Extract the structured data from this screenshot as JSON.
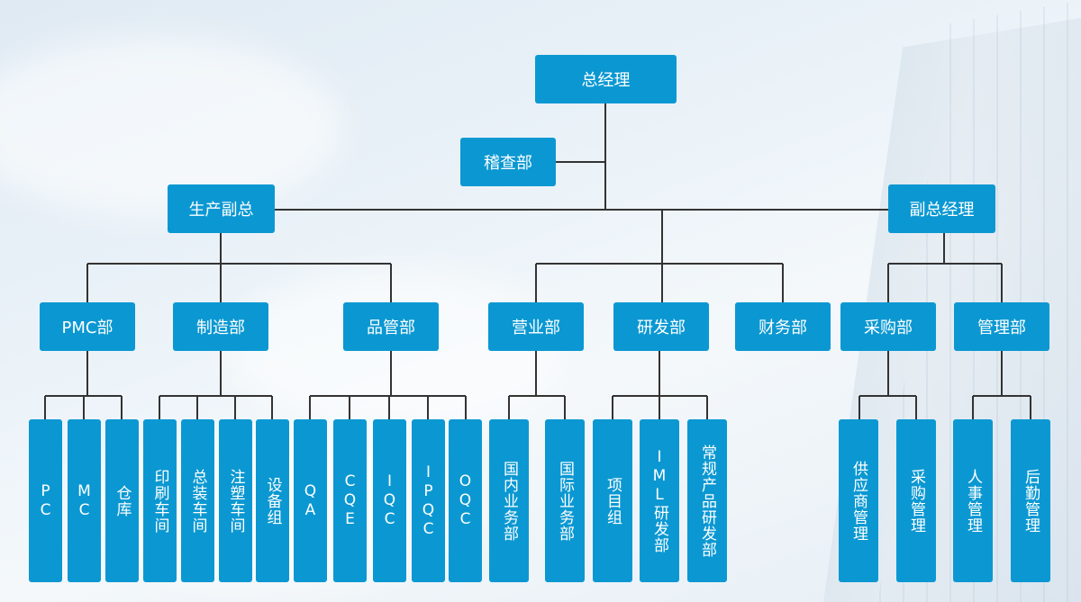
{
  "org": {
    "ceo": "总经理",
    "audit": "稽查部",
    "prod_vp": "生产副总",
    "deputy_gm": "副总经理",
    "depts": {
      "pmc": "PMC部",
      "mfg": "制造部",
      "qa": "品管部",
      "sales": "营业部",
      "rd": "研发部",
      "finance": "财务部",
      "purchase": "采购部",
      "admin": "管理部"
    },
    "units": {
      "pc": "PC",
      "mc": "MC",
      "warehouse": "仓库",
      "print": "印刷车间",
      "assembly": "总装车间",
      "molding": "注塑车间",
      "equipment": "设备组",
      "qa": "QA",
      "cqe": "CQE",
      "iqc": "IQC",
      "ipqc": "IPQC",
      "oqc": "OQC",
      "domestic": "国内业务部",
      "intl": "国际业务部",
      "project": "项目组",
      "iml": "IML研发部",
      "regular": "常规产品研发部",
      "supplier": "供应商管理",
      "procure": "采购管理",
      "hr": "人事管理",
      "logistics": "后勤管理"
    }
  },
  "colors": {
    "box": "#0b98d2",
    "line": "#333333"
  }
}
